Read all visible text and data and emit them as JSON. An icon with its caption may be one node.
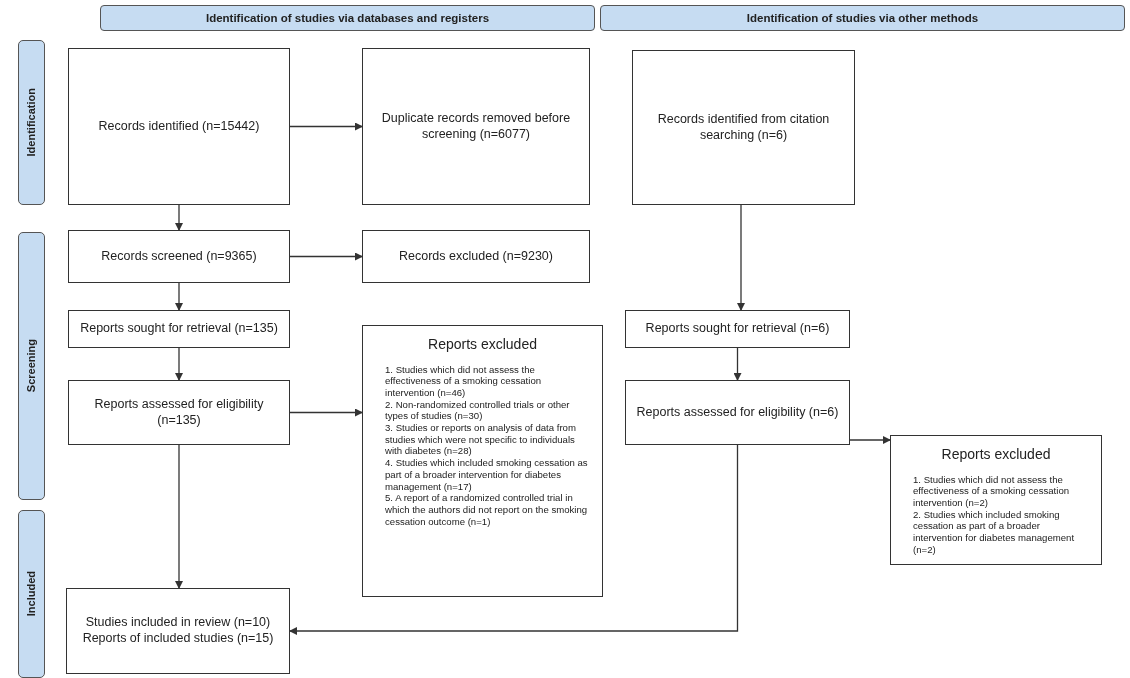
{
  "diagram": {
    "nodes": [
      {
        "text": [
          "Identification of studies via databases and registers"
        ]
      },
      {
        "text": [
          "Identification of studies via other methods"
        ]
      },
      {
        "text": [
          "Identification"
        ]
      },
      {
        "text": [
          "Screening"
        ]
      },
      {
        "text": [
          "Included"
        ]
      },
      {
        "text": [
          "Records identified (n=15442)"
        ]
      },
      {
        "text": [
          "Duplicate records removed before screening (n=6077)"
        ]
      },
      {
        "text": [
          "Records identified from citation searching (n=6)"
        ]
      },
      {
        "text": [
          "Records screened (n=9365)"
        ]
      },
      {
        "text": [
          "Records excluded (n=9230)"
        ]
      },
      {
        "text": [
          "Reports sought for retrieval (n=135)"
        ]
      },
      {
        "text": [
          "Reports excluded",
          "1. Studies which did not assess the effectiveness of a smoking cessation intervention (n=46)",
          "2. Non-randomized controlled trials or other types of studies (n=30)",
          "3. Studies or reports on analysis of data from studies which were not specific to individuals with diabetes (n=28)",
          "4. Studies which included smoking cessation as part of a broader intervention for diabetes management (n=17)",
          "5. A report of a randomized controlled trial in which the authors did not report on the smoking cessation outcome (n=1)"
        ]
      },
      {
        "text": [
          "Reports sought for retrieval (n=6)"
        ]
      },
      {
        "text": [
          "Reports assessed for eligibility (n=135)"
        ]
      },
      {
        "text": [
          "Reports assessed for eligibility (n=6)"
        ]
      },
      {
        "text": [
          "Reports excluded",
          "1. Studies which did not assess the effectiveness of a smoking cessation intervention (n=2)",
          "2. Studies which included smoking cessation as part of a broader intervention for diabetes management (n=2)"
        ]
      },
      {
        "text": [
          "Studies included in review (n=10)",
          "Reports of included studies (n=15)"
        ]
      }
    ],
    "edges": [
      {
        "from": 5,
        "to": 6,
        "arrow": "to"
      },
      {
        "from": 5,
        "to": 8,
        "arrow": "to"
      },
      {
        "from": 7,
        "to": 12,
        "arrow": "to"
      },
      {
        "from": 8,
        "to": 9,
        "arrow": "to"
      },
      {
        "from": 8,
        "to": 10,
        "arrow": "to"
      },
      {
        "from": 10,
        "to": 13,
        "arrow": "to"
      },
      {
        "from": 13,
        "to": 11,
        "arrow": "to"
      },
      {
        "from": 13,
        "to": 16,
        "arrow": "to"
      },
      {
        "from": 12,
        "to": 14,
        "arrow": "to"
      },
      {
        "from": 14,
        "to": 15,
        "arrow": "to"
      },
      {
        "from": 14,
        "to": 16,
        "arrow": "to"
      }
    ]
  }
}
